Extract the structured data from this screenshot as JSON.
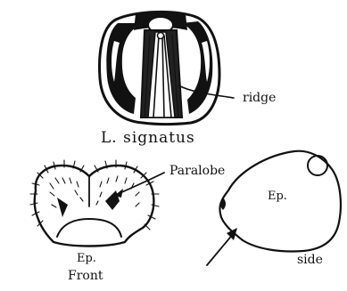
{
  "labels": {
    "ridge": "ridge",
    "species": "L. signatus",
    "paralobe": "Paralobe",
    "ep_front": "Ep.",
    "front": "Front",
    "ep_side": "Ep.",
    "side": "side"
  },
  "colors": {
    "ink": "#111111",
    "paper": "#ffffff"
  }
}
